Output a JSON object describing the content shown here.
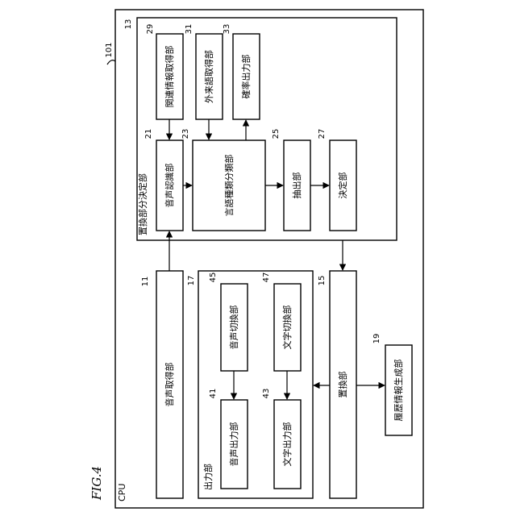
{
  "figure_label": "FIG.4",
  "cpu": {
    "label": "CPU",
    "ref": "101"
  },
  "decider": {
    "label": "置換部分決定部",
    "ref": "13",
    "related_info": {
      "label": "関連情報取得部",
      "ref": "29"
    },
    "foreign_word": {
      "label": "外来語取得部",
      "ref": "31"
    },
    "probability": {
      "label": "確率出力部",
      "ref": "33"
    },
    "speech_recognition": {
      "label": "音声認識部",
      "ref": "21"
    },
    "word_classification": {
      "label": "言語種類分類部",
      "ref": "23"
    },
    "extraction": {
      "label": "抽出部",
      "ref": "25"
    },
    "determination": {
      "label": "決定部",
      "ref": "27"
    }
  },
  "voice_acquisition": {
    "label": "音声取得部",
    "ref": "11"
  },
  "output": {
    "label": "出力部",
    "ref": "17",
    "voice_switch": {
      "label": "音声切換部",
      "ref": "45"
    },
    "text_switch": {
      "label": "文字切換部",
      "ref": "47"
    },
    "voice_output": {
      "label": "音声出力部",
      "ref": "41"
    },
    "text_output": {
      "label": "文字出力部",
      "ref": "43"
    }
  },
  "replacement": {
    "label": "置換部",
    "ref": "15"
  },
  "history": {
    "label": "履歴情報生成部",
    "ref": "19"
  }
}
